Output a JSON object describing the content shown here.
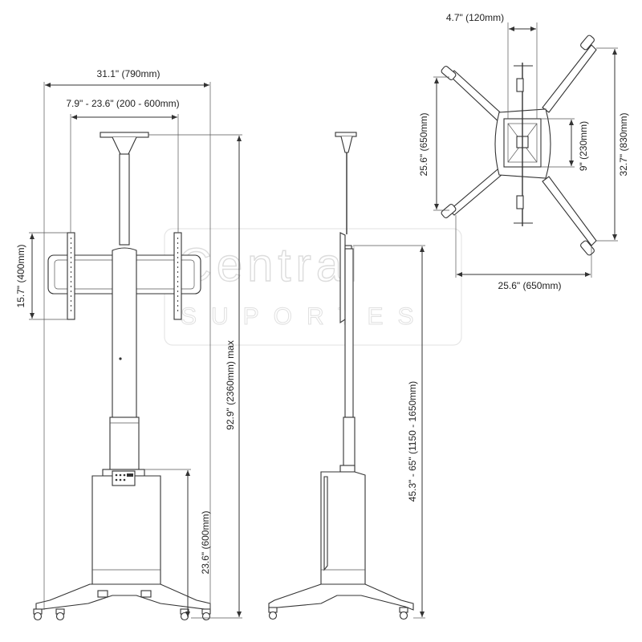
{
  "watermark": {
    "brand": "Central",
    "tagline": "SUPORTES"
  },
  "front_view": {
    "overall_width": "31.1\" (790mm)",
    "vesa_width_range": "7.9\" - 23.6\" (200 - 600mm)",
    "vesa_height": "15.7\" (400mm)",
    "max_height": "92.9\" (2360mm) max",
    "base_height": "23.6\" (600mm)"
  },
  "side_view": {
    "height_range": "45.3\" - 65\" (1150 - 1650mm)"
  },
  "top_view": {
    "top_width": "4.7\" (120mm)",
    "left_depth": "25.6\" (650mm)",
    "inner_depth": "9\" (230mm)",
    "right_depth": "32.7\" (830mm)",
    "bottom_width": "25.6\" (650mm)"
  },
  "colors": {
    "line": "#333333",
    "watermark": "#dcdcdc"
  }
}
